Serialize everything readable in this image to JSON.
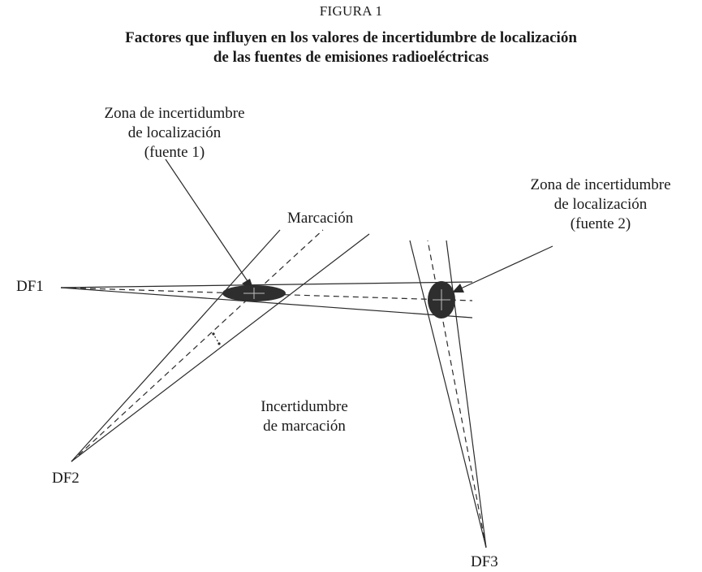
{
  "figure": {
    "number": "FIGURA 1",
    "title_line1": "Factores que influyen en los valores de incertidumbre de localización",
    "title_line2": "de las fuentes de emisiones radioeléctricas"
  },
  "labels": {
    "zone1": [
      "Zona de incertidumbre",
      "de localización",
      "(fuente 1)"
    ],
    "zone2": [
      "Zona de incertidumbre",
      "de localización",
      "(fuente 2)"
    ],
    "bearing": "Marcación",
    "bearing_uncertainty": [
      "Incertidumbre",
      "de marcación"
    ],
    "df1": "DF1",
    "df2": "DF2",
    "df3": "DF3"
  },
  "colors": {
    "line": "#2a2a2a",
    "zone_fill": "#2e2e2e"
  }
}
